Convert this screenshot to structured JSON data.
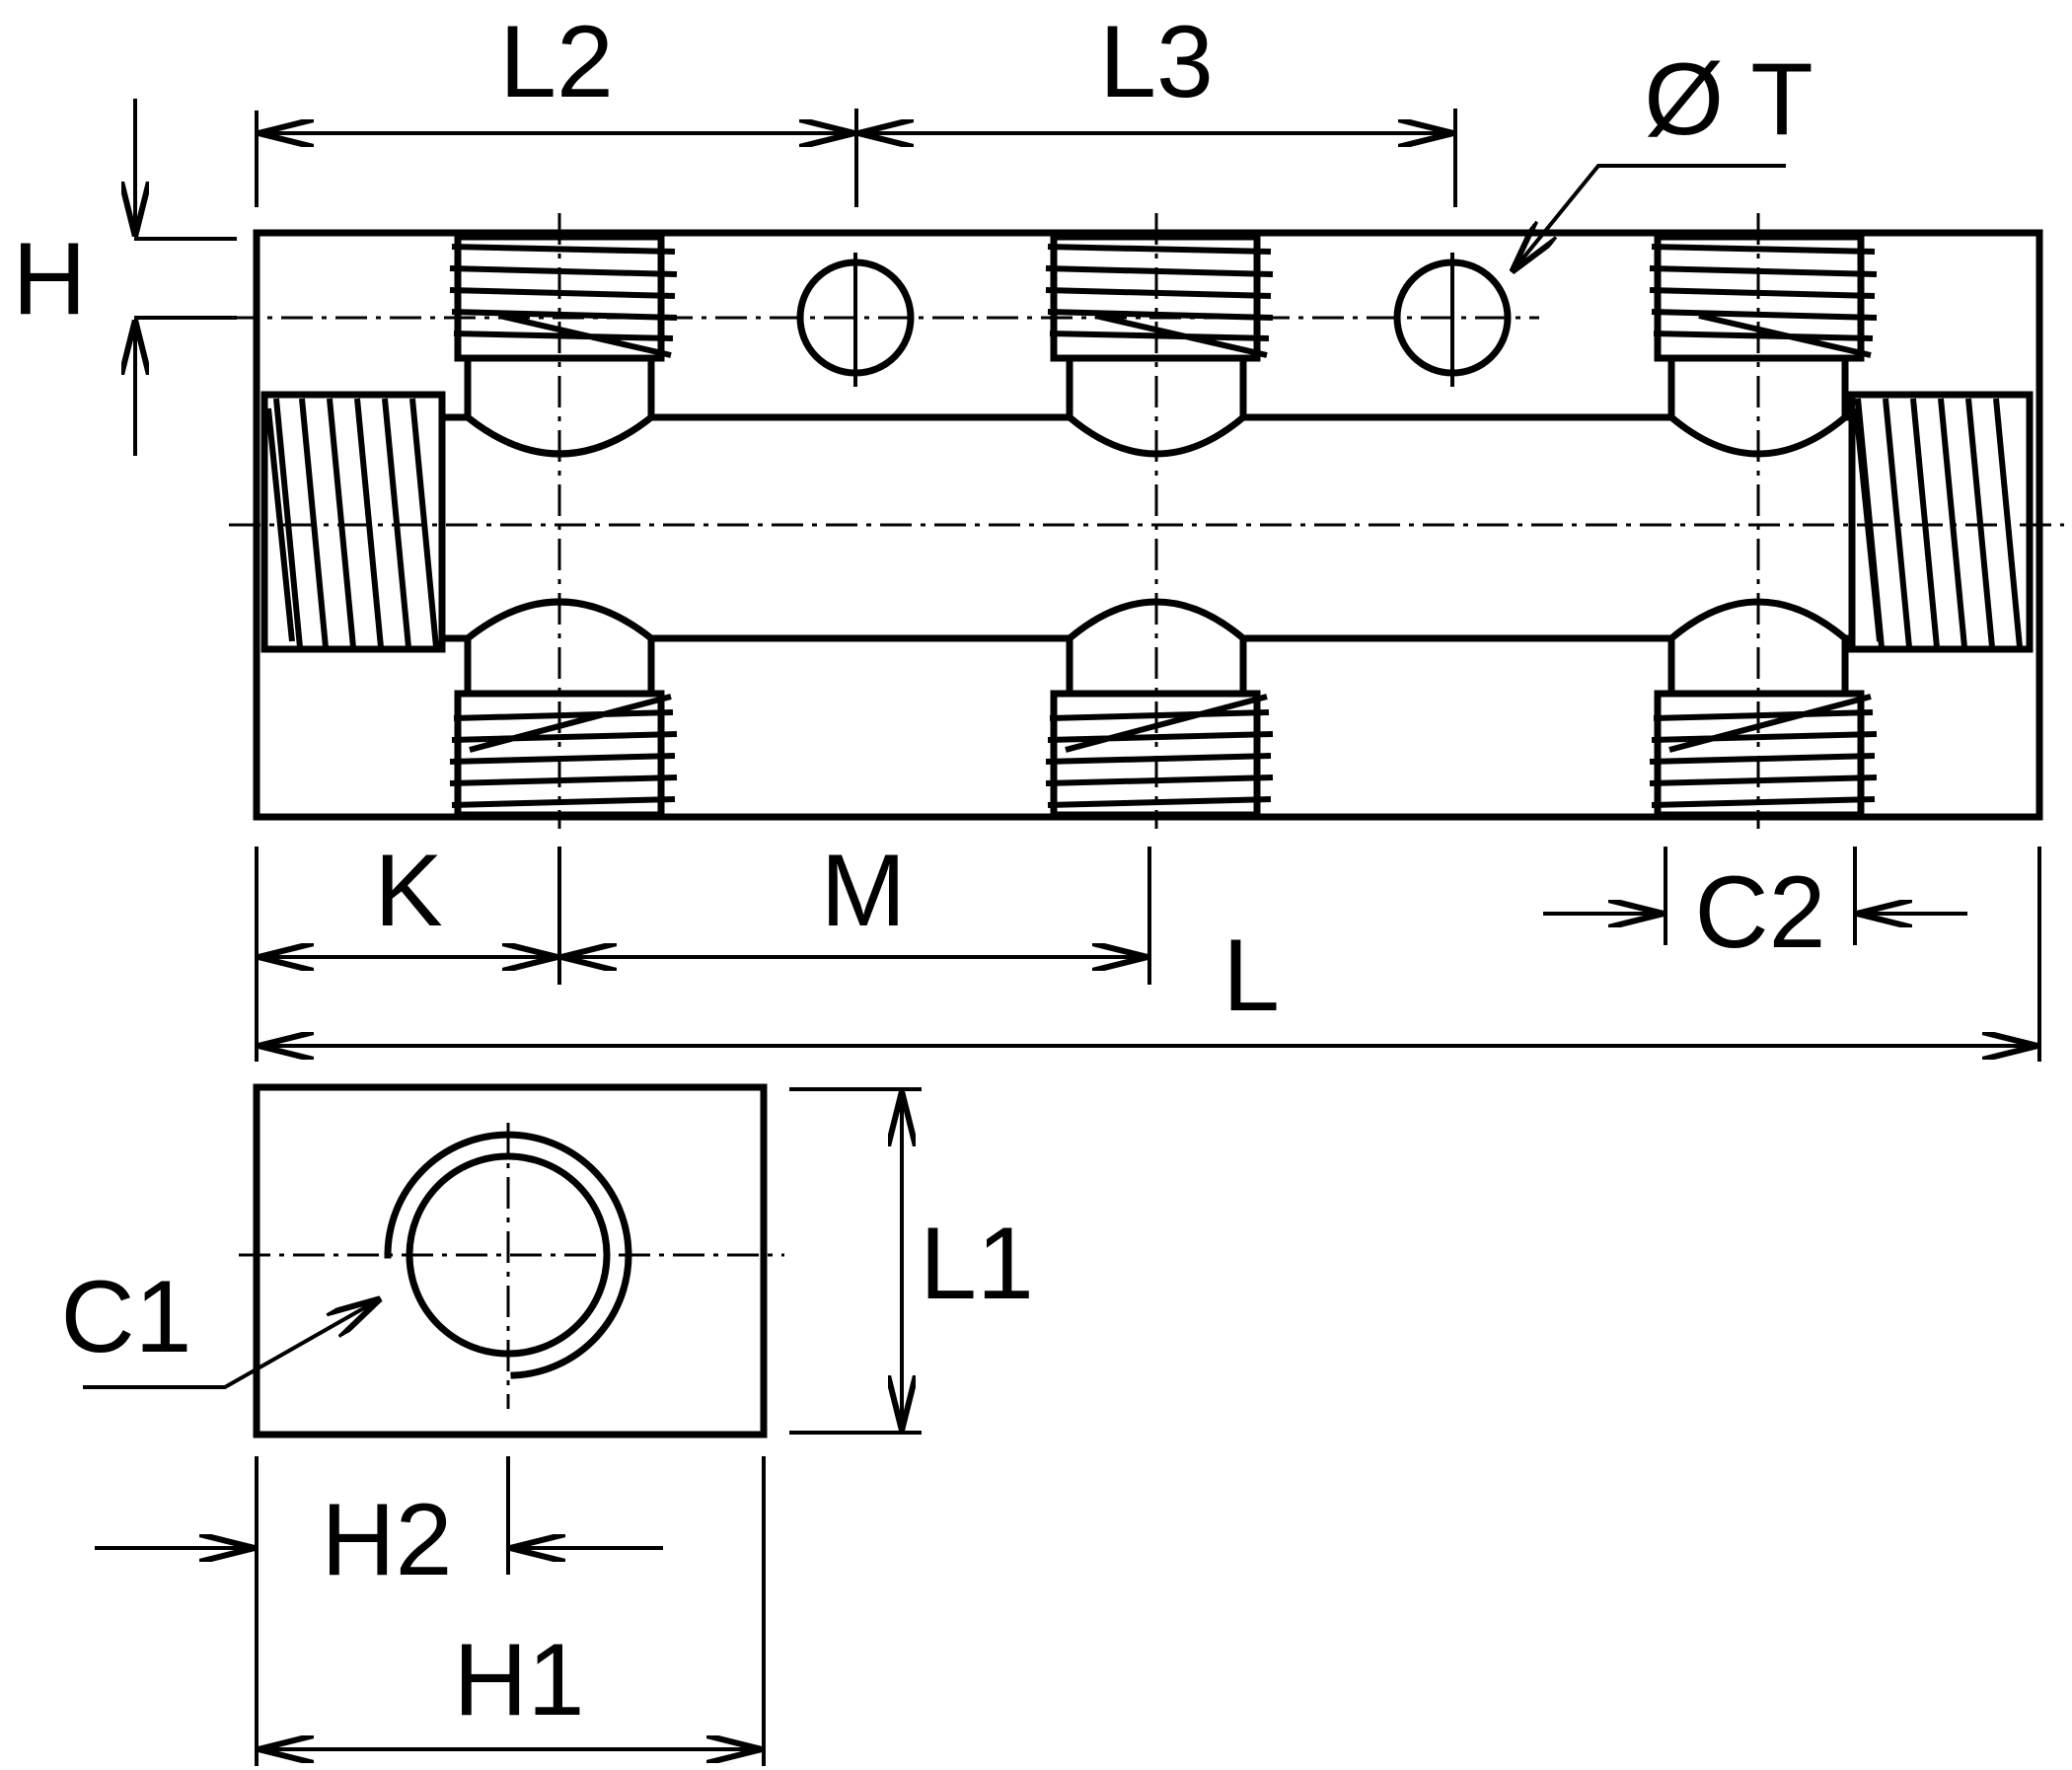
{
  "labels": {
    "L2": "L2",
    "L3": "L3",
    "T": "Ø T",
    "H": "H",
    "K": "K",
    "M": "M",
    "C2": "C2",
    "L": "L",
    "L1": "L1",
    "C1": "C1",
    "H2": "H2",
    "H1": "H1"
  }
}
